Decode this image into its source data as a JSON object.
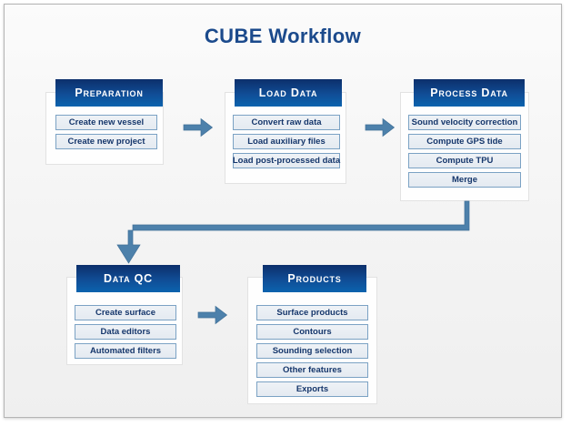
{
  "diagram": {
    "title": "CUBE Workflow",
    "accent_header_dark": "#0c2f6b",
    "accent_header_light": "#0b63ae",
    "accent_title": "#1b4a8c",
    "accent_connector": "#4d81ab",
    "item_text_color": "#15366b"
  },
  "stages": {
    "preparation": {
      "title": "Preparation",
      "items": [
        {
          "label": "Create new vessel"
        },
        {
          "label": "Create new project"
        }
      ]
    },
    "load_data": {
      "title": "Load Data",
      "items": [
        {
          "label": "Convert raw data"
        },
        {
          "label": "Load auxiliary files"
        },
        {
          "label": "Load post-processed data"
        }
      ]
    },
    "process_data": {
      "title": "Process Data",
      "items": [
        {
          "label": "Sound velocity correction"
        },
        {
          "label": "Compute GPS tide"
        },
        {
          "label": "Compute TPU"
        },
        {
          "label": "Merge"
        }
      ]
    },
    "data_qc": {
      "title": "Data QC",
      "items": [
        {
          "label": "Create surface"
        },
        {
          "label": "Data editors"
        },
        {
          "label": "Automated filters"
        }
      ]
    },
    "products": {
      "title": "Products",
      "items": [
        {
          "label": "Surface products"
        },
        {
          "label": "Contours"
        },
        {
          "label": "Sounding selection"
        },
        {
          "label": "Other features"
        },
        {
          "label": "Exports"
        }
      ]
    }
  },
  "connectors": [
    {
      "name": "preparation-to-load-data",
      "kind": "arrow-right"
    },
    {
      "name": "load-data-to-process-data",
      "kind": "arrow-right"
    },
    {
      "name": "process-data-to-data-qc",
      "kind": "elbow-down-left"
    },
    {
      "name": "data-qc-to-products",
      "kind": "arrow-right"
    }
  ]
}
